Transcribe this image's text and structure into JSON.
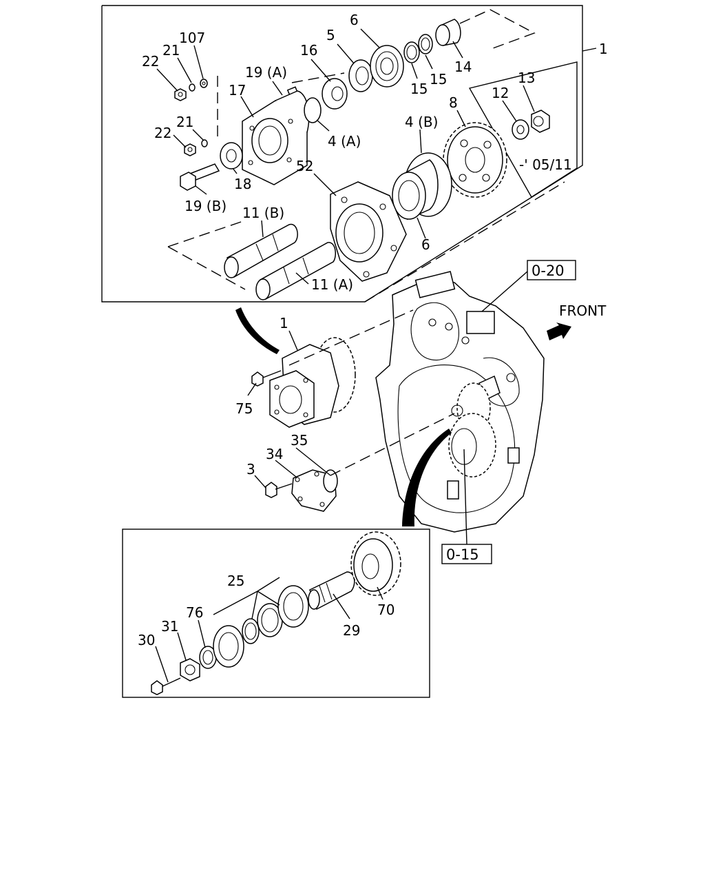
{
  "diagram": {
    "front_label": "FRONT",
    "date_note": "-' 05/11",
    "refs": [
      "0-20",
      "0-15"
    ],
    "callouts": {
      "c107": "107",
      "c21a": "21",
      "c22a": "22",
      "c21b": "21",
      "c22b": "22",
      "c19a": "19 (A)",
      "c17": "17",
      "c16": "16",
      "c5": "5",
      "c6a": "6",
      "c15a": "15",
      "c15b": "15",
      "c14": "14",
      "c1a": "1",
      "c13": "13",
      "c12": "12",
      "c8": "8",
      "c4a": "4 (A)",
      "c4b": "4 (B)",
      "c18": "18",
      "c19b": "19 (B)",
      "c52": "52",
      "c6b": "6",
      "c11b": "11 (B)",
      "c11a": "11 (A)",
      "c1b": "1",
      "c75": "75",
      "c35": "35",
      "c34": "34",
      "c3": "3",
      "c25": "25",
      "c76": "76",
      "c31": "31",
      "c30": "30",
      "c29": "29",
      "c70": "70"
    }
  }
}
